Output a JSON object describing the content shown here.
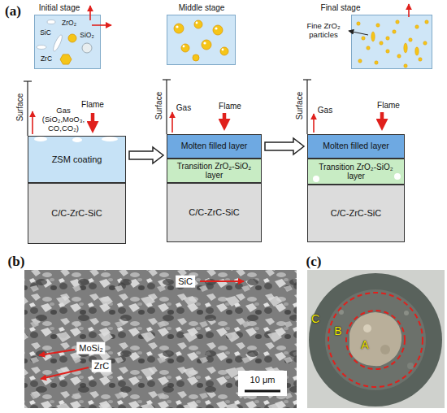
{
  "diagram": {
    "nodes": [
      {
        "text": [
          "Initial stage",
          "SiC",
          "ZrO₂",
          "SiO₂",
          "ZrC"
        ]
      },
      {
        "text": [
          "ZSM coating"
        ]
      },
      {
        "text": [
          "C/C-ZrC-SiC"
        ]
      },
      {
        "text": [
          "Middle stage"
        ]
      },
      {
        "text": [
          "Molten filled layer"
        ]
      },
      {
        "text": [
          "Transition ZrO₂-SiO₂ layer"
        ]
      },
      {
        "text": [
          "C/C-ZrC-SiC"
        ]
      },
      {
        "text": [
          "Final stage"
        ]
      },
      {
        "text": [
          "Molten filled layer"
        ]
      },
      {
        "text": [
          "Transition ZrO₂-SiO₂ layer"
        ]
      },
      {
        "text": [
          "C/C-ZrC-SiC"
        ]
      }
    ],
    "edges": [
      {
        "from": 1,
        "to": 4,
        "arrow": "to"
      },
      {
        "from": 4,
        "to": 8,
        "arrow": "to"
      }
    ],
    "labels": [
      "(a)",
      "Surface",
      "Gas (SiO₂,MoO₃, CO,CO₂)",
      "Flame",
      "Surface",
      "Gas",
      "Flame",
      "Fine ZrO₂ particles",
      "Surface",
      "Gas",
      "Flame",
      "(b)",
      "SiC",
      "MoSi₂",
      "ZrC",
      "10 μm",
      "(c)",
      "C",
      "B",
      "A"
    ]
  }
}
